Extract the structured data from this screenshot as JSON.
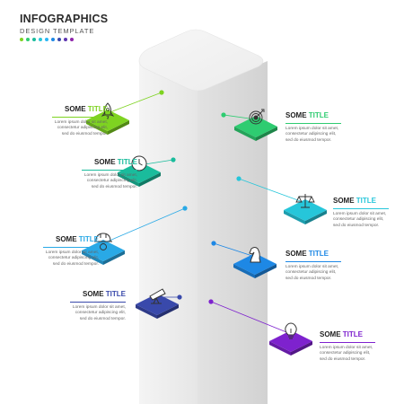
{
  "header": {
    "title": "INFOGRAPHICS",
    "subtitle": "DESIGN TEMPLATE",
    "dot_colors": [
      "#7ed321",
      "#2ecc71",
      "#1abc9c",
      "#26c6da",
      "#29b6f6",
      "#1e88e5",
      "#3949ab",
      "#5e35b1",
      "#8e24aa"
    ]
  },
  "steps": [
    {
      "id": "rocket",
      "title_word1": "SOME",
      "title_word2": "TITLE",
      "color": "#7ed321",
      "icon": "rocket-icon",
      "description": "Lorem ipsum dolor sit amet,\nconsectetur adipiscing elit,\nsed do eiusmod tempor."
    },
    {
      "id": "target",
      "title_word1": "SOME",
      "title_word2": "TITLE",
      "color": "#2ecc71",
      "icon": "target-icon",
      "description": "Lorem ipsum dolor sit amet,\nconsectetur adipiscing elit,\nsed do eiusmod tempor."
    },
    {
      "id": "clock",
      "title_word1": "SOME",
      "title_word2": "TITLE",
      "color": "#1abc9c",
      "icon": "clock-icon",
      "description": "Lorem ipsum dolor sit amet,\nconsectetur adipiscing elit,\nsed do eiusmod tempor."
    },
    {
      "id": "scales",
      "title_word1": "SOME",
      "title_word2": "TITLE",
      "color": "#26c6da",
      "icon": "scales-icon",
      "description": "Lorem ipsum dolor sit amet,\nconsectetur adipiscing elit,\nsed do eiusmod tempor."
    },
    {
      "id": "helmet",
      "title_word1": "SOME",
      "title_word2": "TITLE",
      "color": "#29a9e6",
      "icon": "worker-helmet-icon",
      "description": "Lorem ipsum dolor sit amet,\nconsectetur adipiscing elit,\nsed do eiusmod tempor."
    },
    {
      "id": "chess",
      "title_word1": "SOME",
      "title_word2": "TITLE",
      "color": "#1e88e5",
      "icon": "chess-knight-icon",
      "description": "Lorem ipsum dolor sit amet,\nconsectetur adipiscing elit,\nsed do eiusmod tempor."
    },
    {
      "id": "telescope",
      "title_word1": "SOME",
      "title_word2": "TITLE",
      "color": "#3949ab",
      "icon": "telescope-icon",
      "description": "Lorem ipsum dolor sit amet,\nconsectetur adipiscing elit,\nsed do eiusmod tempor."
    },
    {
      "id": "bulb",
      "title_word1": "SOME",
      "title_word2": "TITLE",
      "color": "#7e22ce",
      "icon": "lightbulb-icon",
      "description": "Lorem ipsum dolor sit amet,\nconsectetur adipiscing elit,\nsed do eiusmod tempor."
    }
  ]
}
